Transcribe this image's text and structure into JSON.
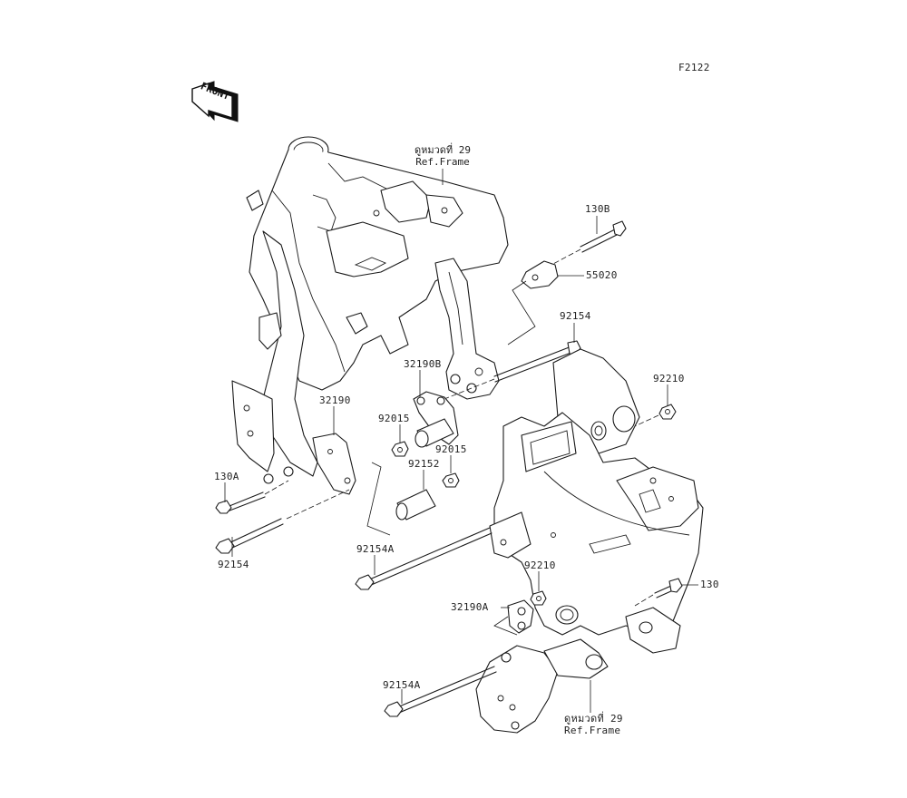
{
  "diagram": {
    "figure_code": "F2122",
    "front_indicator": "FRONT",
    "references": [
      {
        "thai": "ดูหมวดที่ 29",
        "label": "Ref.Frame"
      },
      {
        "thai": "ดูหมวดที่ 29",
        "label": "Ref.Frame"
      }
    ],
    "parts": [
      {
        "id": "130B"
      },
      {
        "id": "55020"
      },
      {
        "id": "92154"
      },
      {
        "id": "32190B"
      },
      {
        "id": "92210"
      },
      {
        "id": "32190"
      },
      {
        "id": "92015"
      },
      {
        "id": "92015"
      },
      {
        "id": "92152"
      },
      {
        "id": "130A"
      },
      {
        "id": "92154"
      },
      {
        "id": "92154A"
      },
      {
        "id": "92210"
      },
      {
        "id": "32190A"
      },
      {
        "id": "130"
      },
      {
        "id": "92154A"
      }
    ]
  }
}
